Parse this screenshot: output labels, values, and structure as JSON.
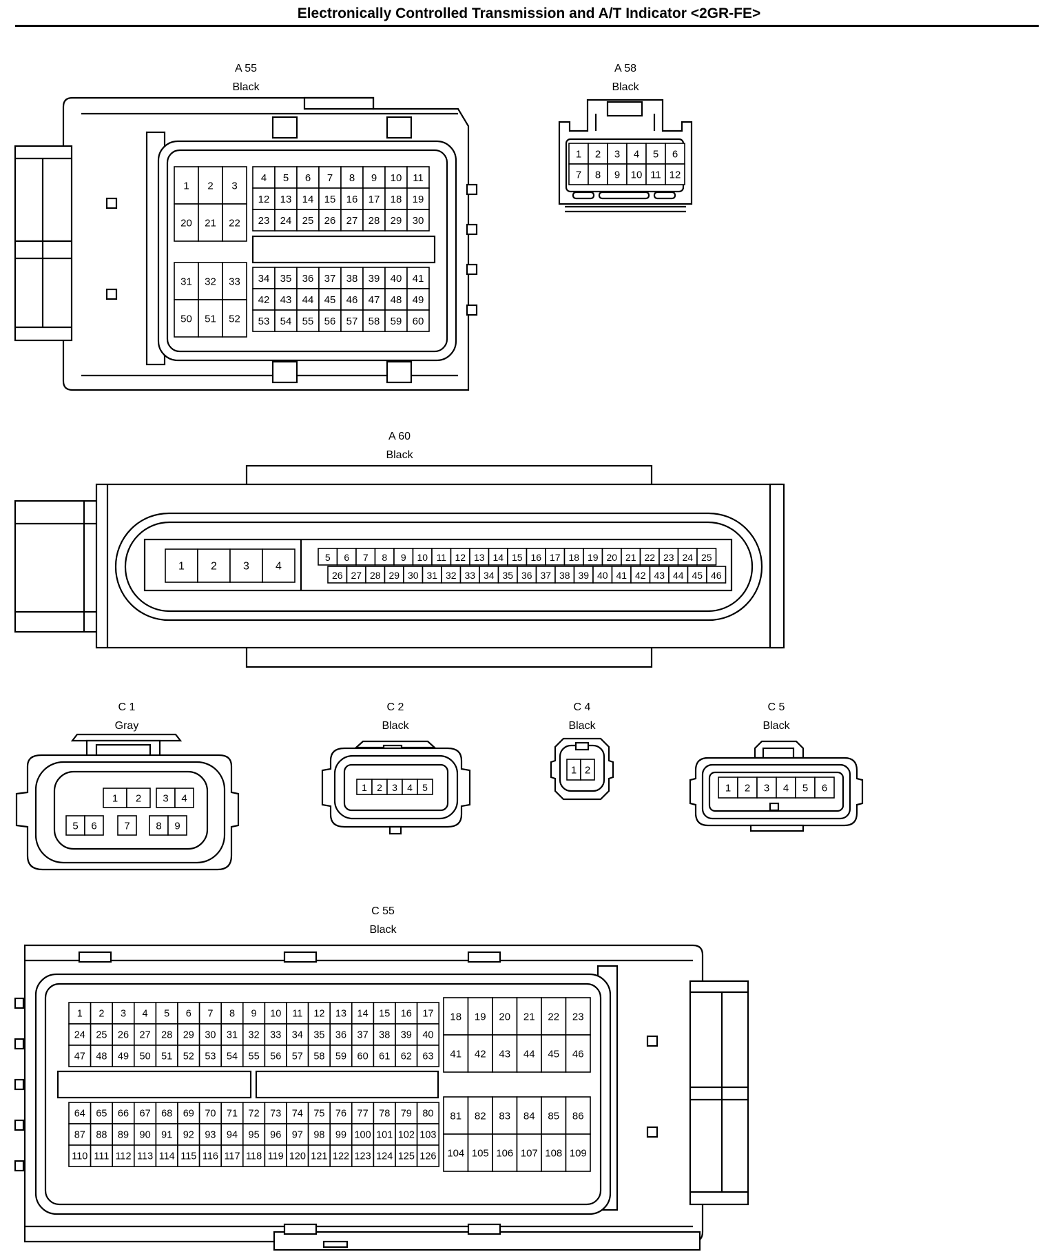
{
  "title": "Electronically Controlled Transmission and A/T Indicator <2GR-FE>",
  "connectors": {
    "A55": {
      "code": "A 55",
      "color": "Black"
    },
    "A58": {
      "code": "A 58",
      "color": "Black"
    },
    "A60": {
      "code": "A 60",
      "color": "Black"
    },
    "C1": {
      "code": "C 1",
      "color": "Gray"
    },
    "C2": {
      "code": "C 2",
      "color": "Black"
    },
    "C4": {
      "code": "C 4",
      "color": "Black"
    },
    "C5": {
      "code": "C 5",
      "color": "Black"
    },
    "C55": {
      "code": "C 55",
      "color": "Black"
    }
  },
  "pin_counts": {
    "A55": 60,
    "A58": 12,
    "A60": 46,
    "C1": 9,
    "C2": 5,
    "C4": 2,
    "C5": 6,
    "C55": 126
  }
}
